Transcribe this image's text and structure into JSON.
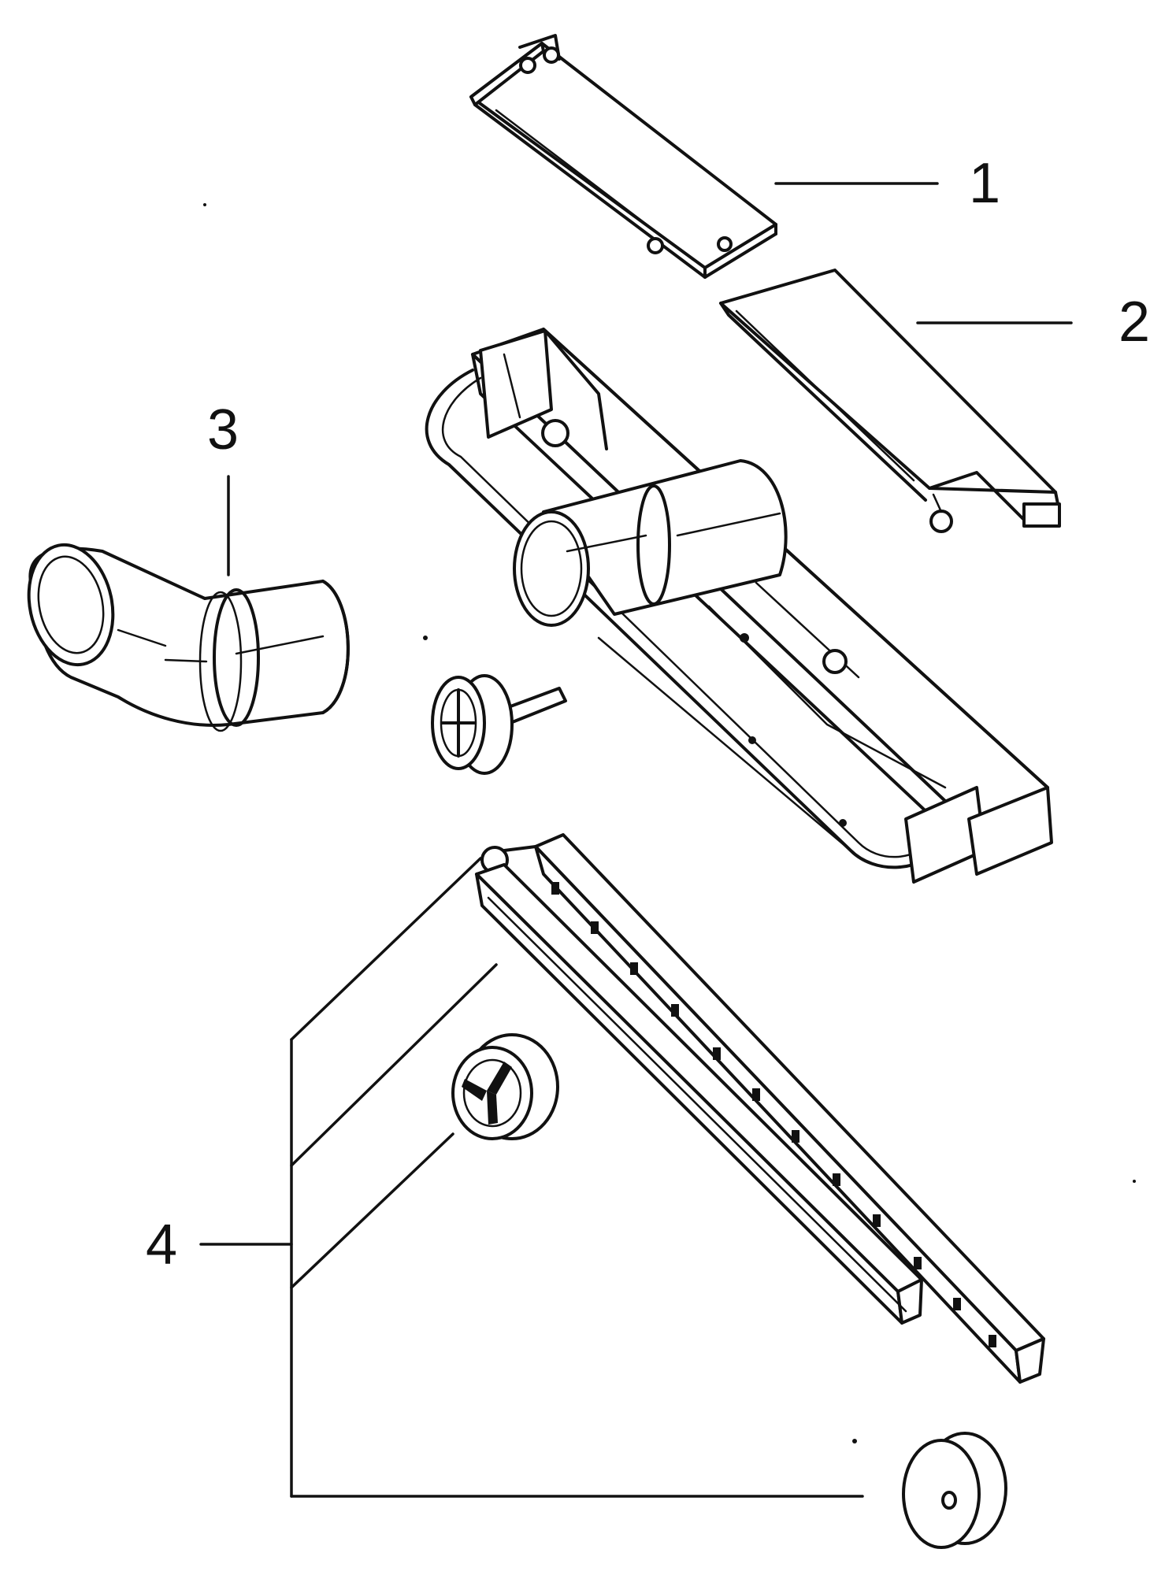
{
  "callouts": [
    {
      "label": "1"
    },
    {
      "label": "2"
    },
    {
      "label": "3"
    },
    {
      "label": "4"
    }
  ],
  "colors": {
    "ink": "#111111",
    "paper": "#ffffff"
  },
  "parts": [
    {
      "name": "lid"
    },
    {
      "name": "filter-plate"
    },
    {
      "name": "elbow-connector"
    },
    {
      "name": "nozzle-housing"
    },
    {
      "name": "axle-wheel"
    },
    {
      "name": "brush-strips"
    },
    {
      "name": "wheel-set"
    }
  ]
}
